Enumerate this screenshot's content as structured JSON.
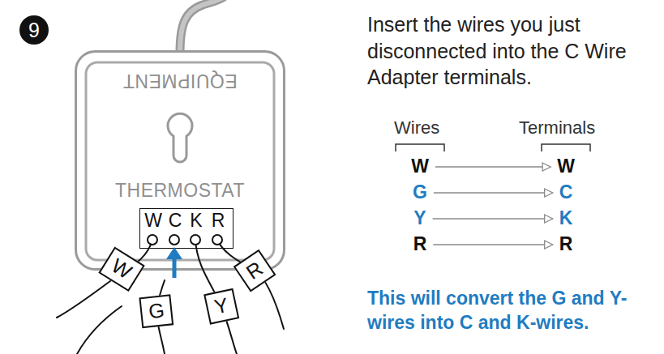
{
  "diagram": {
    "nodes": [
      {
        "text": [
          "9"
        ]
      },
      {
        "text": [
          "EQUIPMENT",
          "THERMOSTAT"
        ]
      },
      {
        "text": [
          "W",
          "C",
          "K",
          "R"
        ],
        "in": 1
      },
      {
        "text": [
          "W"
        ]
      },
      {
        "text": [
          "G"
        ]
      },
      {
        "text": [
          "Y"
        ]
      },
      {
        "text": [
          "R"
        ]
      },
      {
        "text": [
          "W"
        ]
      },
      {
        "text": [
          "W"
        ]
      },
      {
        "text": [
          "G"
        ]
      },
      {
        "text": [
          "C"
        ]
      },
      {
        "text": [
          "Y"
        ]
      },
      {
        "text": [
          "K"
        ]
      },
      {
        "text": [
          "R"
        ]
      },
      {
        "text": [
          "R"
        ]
      }
    ],
    "edges": [
      {
        "from": 7,
        "to": 8,
        "arrow": "to"
      },
      {
        "from": 9,
        "to": 10,
        "arrow": "to"
      },
      {
        "from": 11,
        "to": 12,
        "arrow": "to"
      },
      {
        "from": 13,
        "to": 14,
        "arrow": "to"
      }
    ],
    "labels": [
      "Insert the wires you just disconnected into the C Wire Adapter terminals.",
      "Wires",
      "Terminals",
      "This will convert the G and Y-wires into C and K-wires."
    ]
  }
}
